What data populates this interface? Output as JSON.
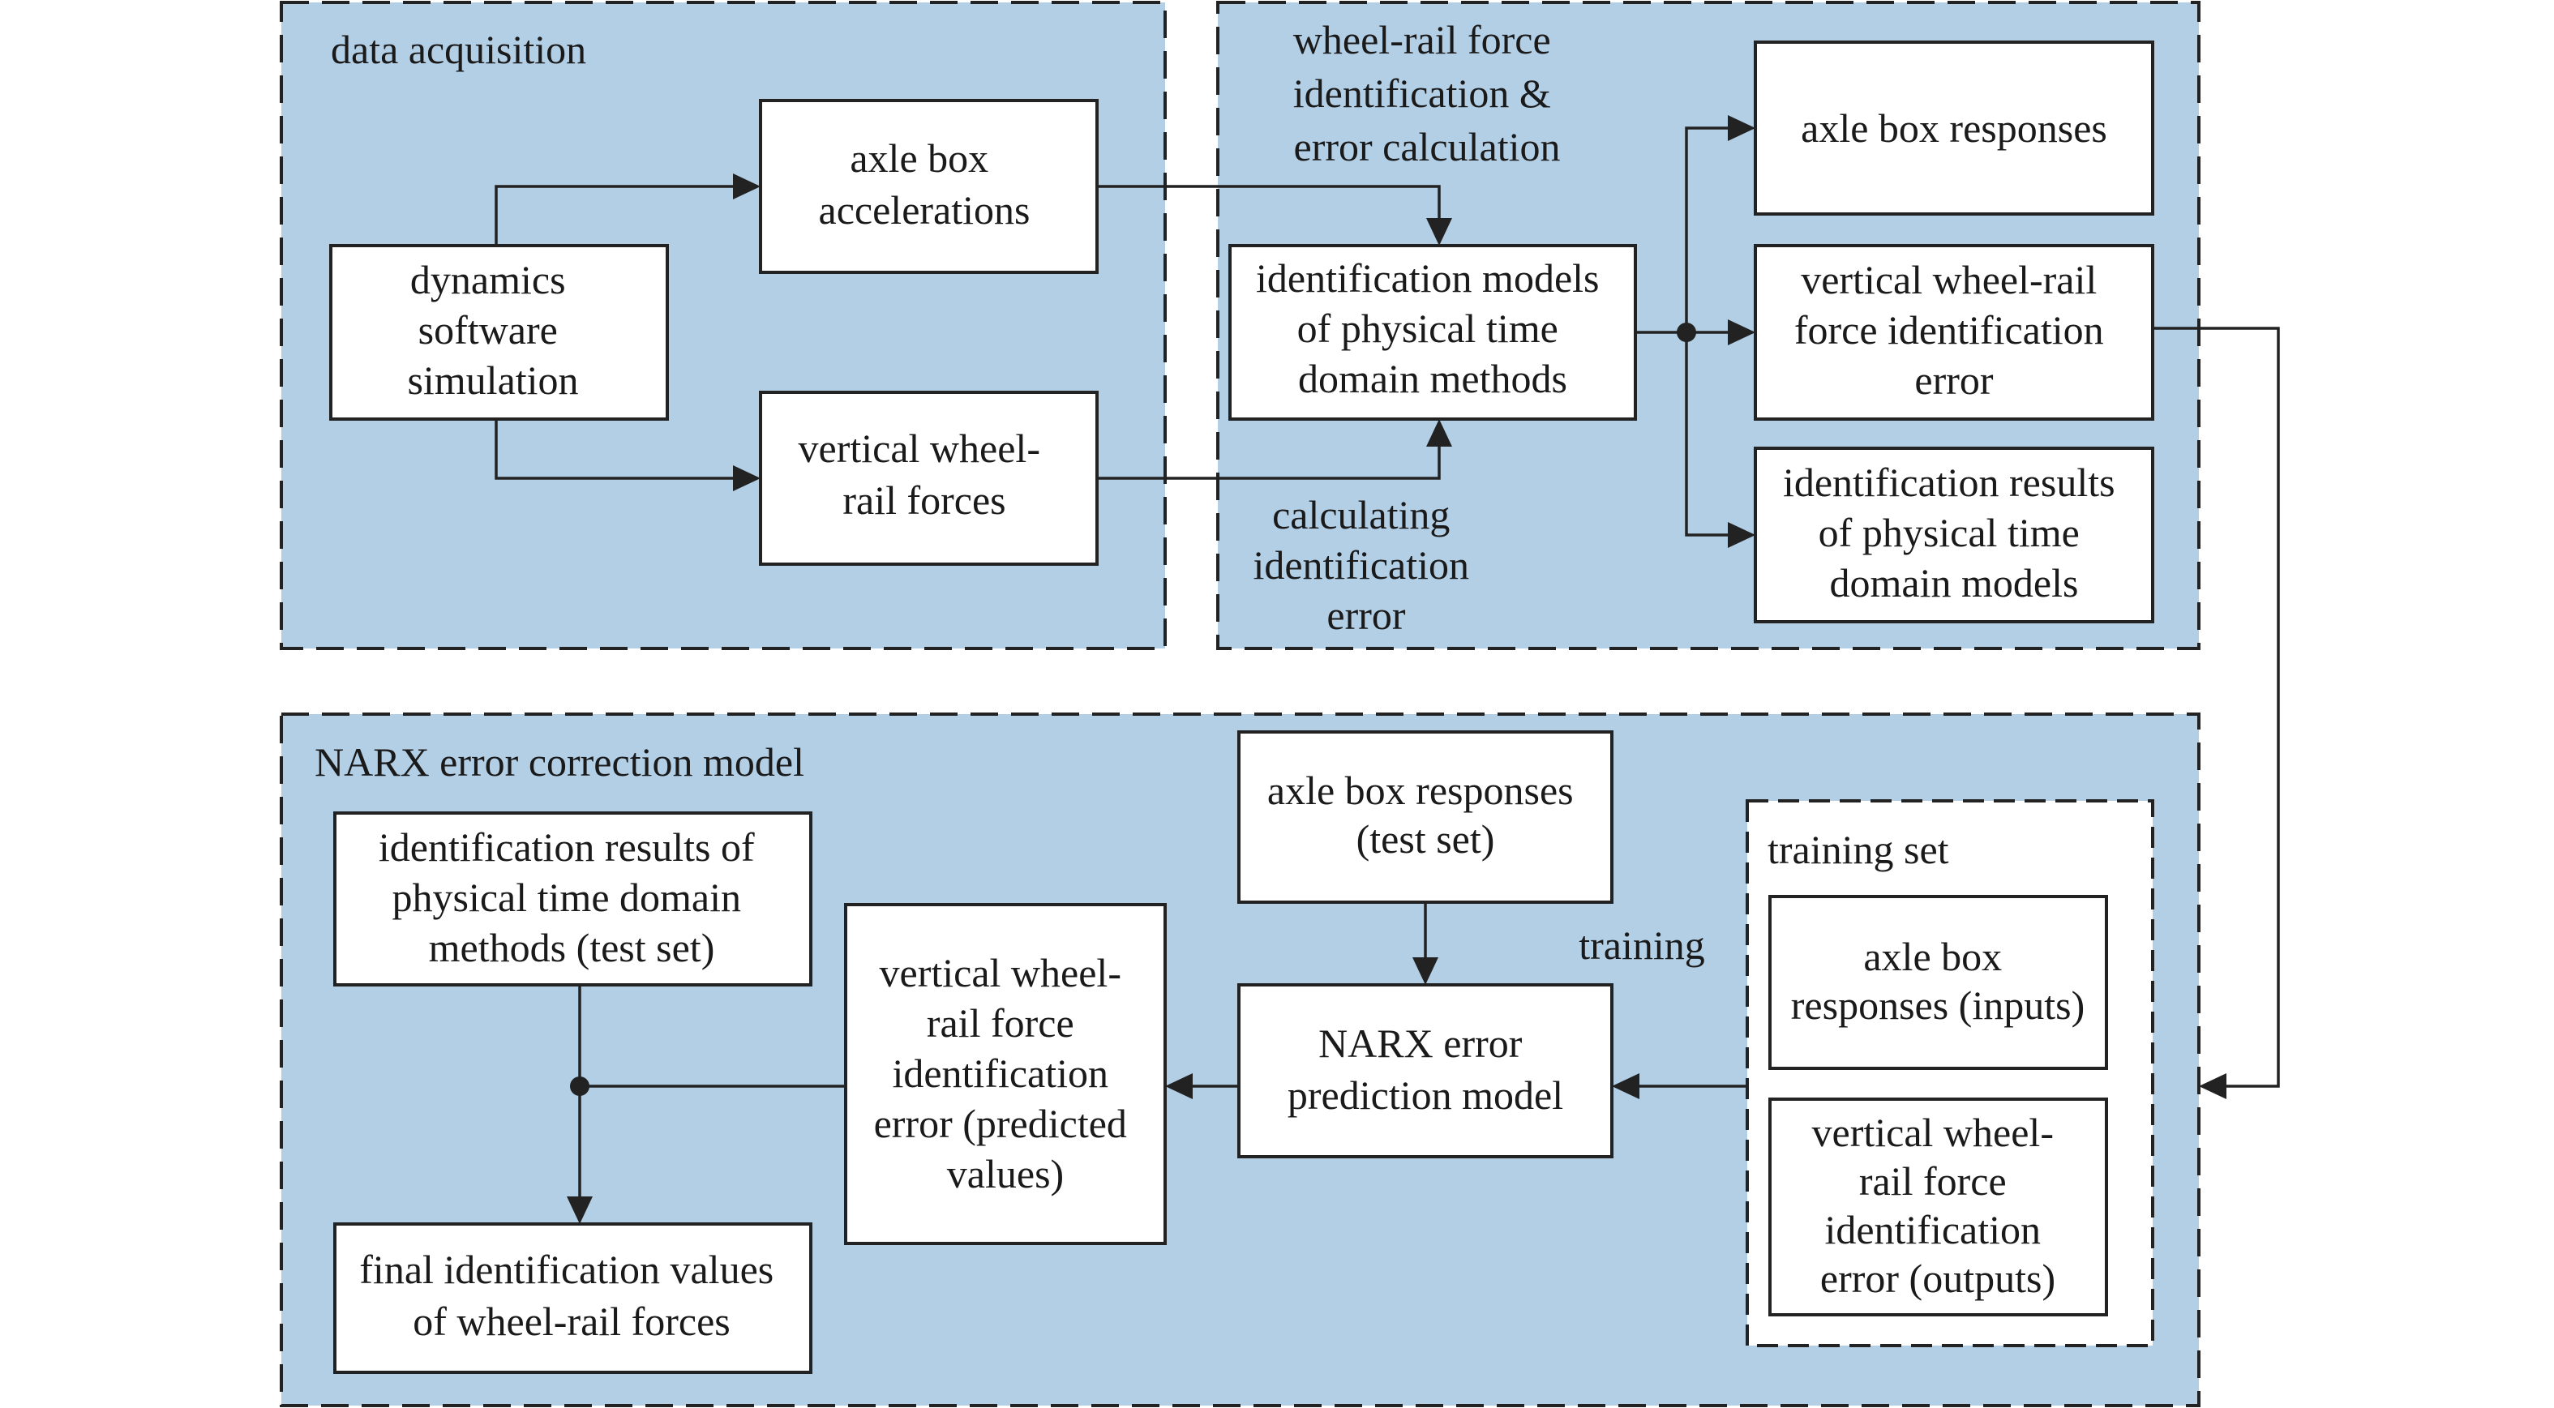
{
  "panels": {
    "data_acquisition": {
      "title": "data acquisition"
    },
    "force_identification": {
      "title_lines": [
        "wheel-rail force",
        "identification &",
        "error calculation"
      ],
      "side_label_lines": [
        "calculating",
        "identification",
        "error"
      ]
    },
    "narx": {
      "title": "NARX error correction model",
      "training_label": "training"
    },
    "training_set": {
      "title": "training set"
    }
  },
  "boxes": {
    "dynamics_sim": [
      "dynamics",
      "software",
      "simulation"
    ],
    "axle_box_acc": [
      "axle box",
      "accelerations"
    ],
    "vertical_forces": [
      "vertical wheel-",
      "rail forces"
    ],
    "id_models": [
      "identification models",
      "of physical time",
      "domain methods"
    ],
    "axle_box_responses": [
      "axle box responses"
    ],
    "vertical_force_error": [
      "vertical wheel-rail",
      "force identification",
      "error"
    ],
    "id_results_models": [
      "identification results",
      "of physical time",
      "domain models"
    ],
    "id_results_test": [
      "identification results of",
      "physical time domain",
      "methods (test set)"
    ],
    "final_values": [
      "final identification values",
      "of wheel-rail forces"
    ],
    "predicted_error": [
      "vertical wheel-",
      "rail force",
      "identification",
      "error (predicted",
      "values)"
    ],
    "axle_box_test": [
      "axle box responses",
      "(test set)"
    ],
    "narx_model": [
      "NARX error",
      "prediction model"
    ],
    "train_inputs": [
      "axle box",
      "responses (inputs)"
    ],
    "train_outputs": [
      "vertical wheel-",
      "rail force",
      "identification",
      "error (outputs)"
    ]
  }
}
